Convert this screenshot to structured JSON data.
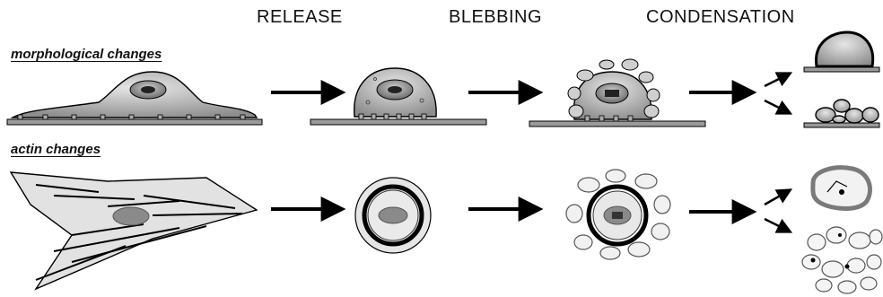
{
  "stages": {
    "release": "RELEASE",
    "blebbing": "BLEBBING",
    "condensation": "CONDENSATION"
  },
  "rows": {
    "morphological": "morphological changes",
    "actin": "actin changes"
  },
  "colors": {
    "cell_fill": "#b9b9b9",
    "cell_dark": "#8a8a8a",
    "substrate": "#9a9a9a",
    "nucleus": "#7d7d7d",
    "ink": "#000000"
  }
}
